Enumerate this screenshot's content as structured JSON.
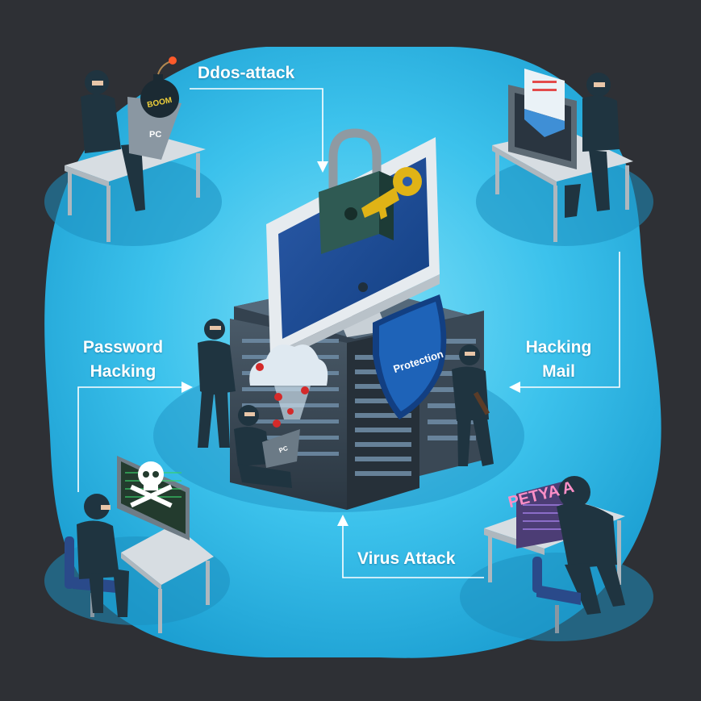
{
  "colors": {
    "background": "#2e3035",
    "blob": "#28b4e2",
    "blob_light": "#7fe0f8",
    "arrow": "#ffffff",
    "hacker": "#1f3440",
    "desk": "#d7dde2",
    "server": "#3c4a56",
    "shield": "#1e63b8",
    "lock": "#2f5a53",
    "key": "#e0b316",
    "petya": "#ff8fc7"
  },
  "labels": {
    "ddos": "Ddos-attack",
    "password_line1": "Password",
    "password_line2": "Hacking",
    "mail_line1": "Hacking",
    "mail_line2": "Mail",
    "virus": "Virus Attack"
  },
  "device_text": {
    "bomb": "BOOM",
    "laptop_top": "PC",
    "laptop_small": "PC",
    "shield": "Protection",
    "ransomware": "PETYA A"
  },
  "icons": [
    "bomb-icon",
    "padlock-icon",
    "key-icon",
    "shield-icon",
    "cloud-icon",
    "bug-icon",
    "skull-icon",
    "envelope-icon"
  ]
}
